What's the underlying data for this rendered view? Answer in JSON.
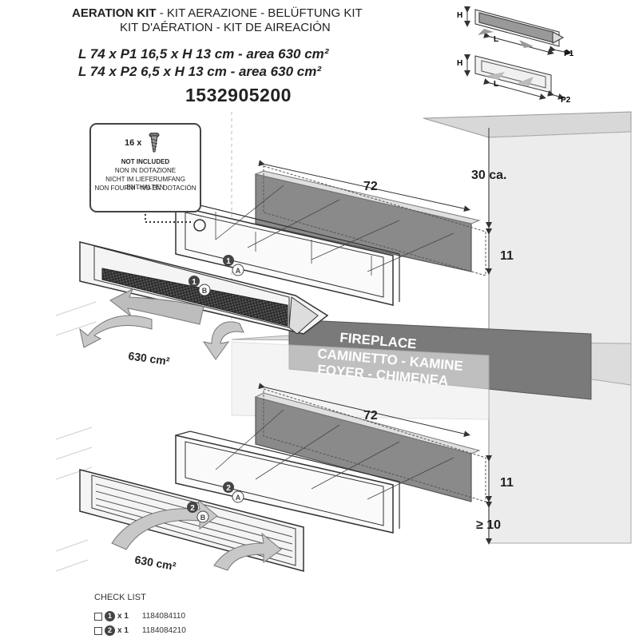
{
  "header": {
    "title_en": "AERATION KIT",
    "title_rest": " - KIT AERAZIONE - BELÜFTUNG KIT",
    "title_line2": "KIT D'AÉRATION - KIT DE AIREACIÓN",
    "spec_1": "L 74 x P1 16,5 x H 13 cm - area 630 cm²",
    "spec_2": "L 74 x P2  6,5 x H 13 cm - area 630 cm²",
    "product_code": "1532905200"
  },
  "note_box": {
    "quantity": "16 x",
    "not_included": "NOT INCLUDED",
    "lang_it": "NON IN DOTAZIONE",
    "lang_de": "NICHT IM LIEFERUMFANG ENTHALTEN",
    "lang_fr_es": "NON FOURNI - NO EN DOTACIÓN"
  },
  "fireplace": {
    "label_en": "FIREPLACE",
    "label_it_de": "CAMINETTO - KAMINE",
    "label_fr_es": "FOYER - CHIMENEA"
  },
  "dimensions": {
    "width_top": "72",
    "width_bottom": "72",
    "height_top": "11",
    "height_bottom": "11",
    "clearance_top": "30 ca.",
    "clearance_bottom": "≥ 10",
    "area_top": "630 cm²",
    "area_bottom": "630 cm²"
  },
  "parts": {
    "frame_top": "1",
    "frame_bottom": "2",
    "letter_a": "A",
    "letter_b": "B"
  },
  "legend": {
    "h": "H",
    "l": "L",
    "p1": "P1",
    "p2": "P2"
  },
  "checklist": {
    "title": "CHECK LIST",
    "items": [
      {
        "number": "1",
        "qty": "x 1",
        "code": "1184084110"
      },
      {
        "number": "2",
        "qty": "x 1",
        "code": "1184084210"
      }
    ]
  }
}
